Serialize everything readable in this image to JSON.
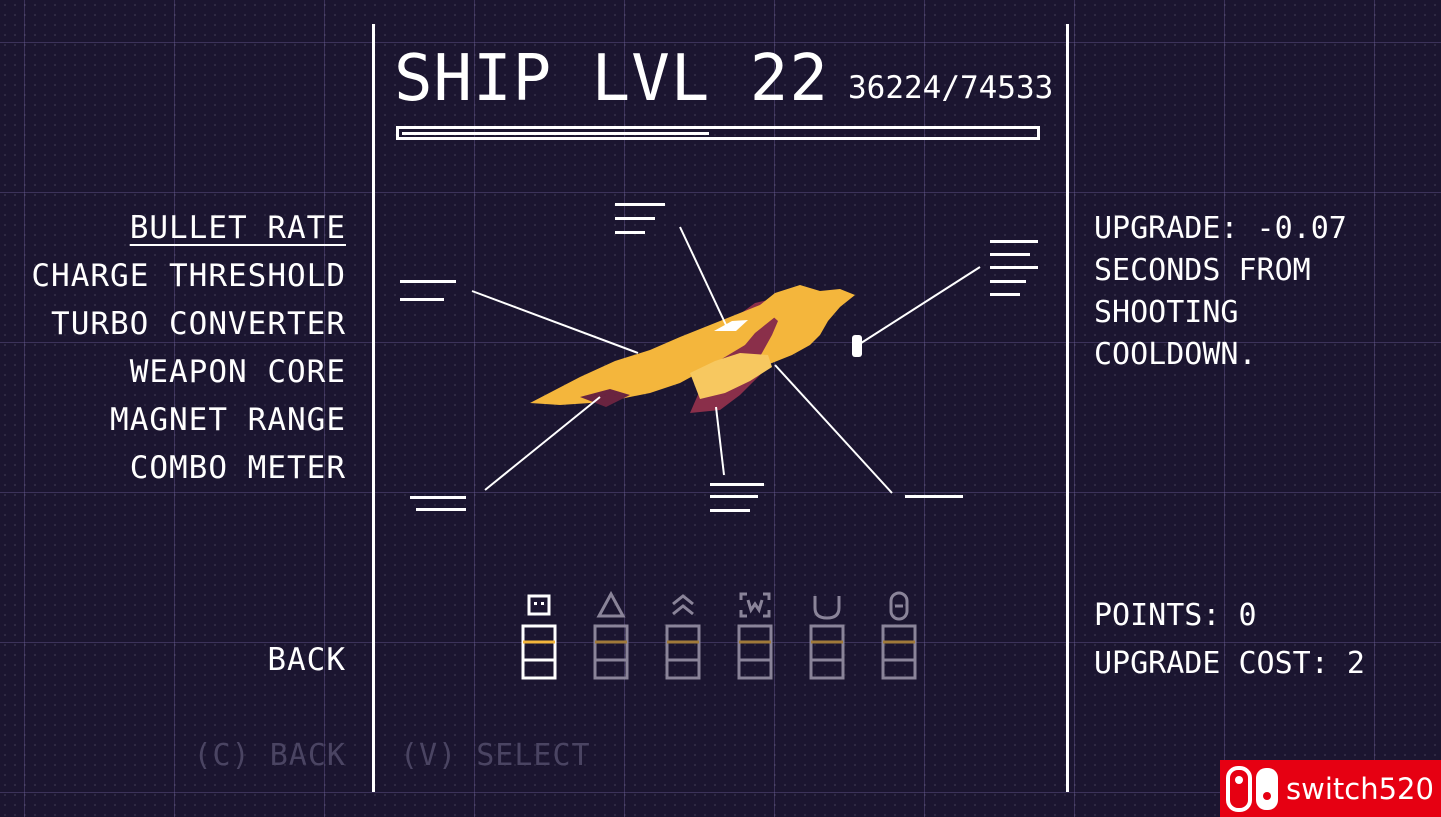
{
  "left_menu": {
    "items": [
      {
        "label": "BULLET RATE",
        "selected": true
      },
      {
        "label": "CHARGE THRESHOLD",
        "selected": false
      },
      {
        "label": "TURBO CONVERTER",
        "selected": false
      },
      {
        "label": "WEAPON CORE",
        "selected": false
      },
      {
        "label": "MAGNET RANGE",
        "selected": false
      },
      {
        "label": "COMBO METER",
        "selected": false
      }
    ],
    "back_label": "BACK"
  },
  "hints": {
    "back": "(C) BACK",
    "select": "(V) SELECT"
  },
  "ship": {
    "title": "SHIP LVL 22",
    "xp_text": "36224/74533",
    "xp_current": 36224,
    "xp_total": 74533
  },
  "upgrade_slots": [
    {
      "icon": "smiley-icon",
      "active": true
    },
    {
      "icon": "triangle-icon",
      "active": false
    },
    {
      "icon": "chevrons-icon",
      "active": false
    },
    {
      "icon": "w-bracket-icon",
      "active": false
    },
    {
      "icon": "magnet-icon",
      "active": false
    },
    {
      "icon": "capsule-icon",
      "active": false
    }
  ],
  "description": {
    "lines": [
      "UPGRADE: -0.07",
      "SECONDS FROM",
      "SHOOTING",
      "COOLDOWN."
    ]
  },
  "stats": {
    "points": "POINTS: 0",
    "upgrade_cost": "UPGRADE COST: 2"
  },
  "watermark": {
    "text": "switch520"
  },
  "colors": {
    "background": "#1b1530",
    "ship_primary": "#f4b63c",
    "ship_secondary": "#8a2f4a",
    "watermark": "#e60012"
  }
}
